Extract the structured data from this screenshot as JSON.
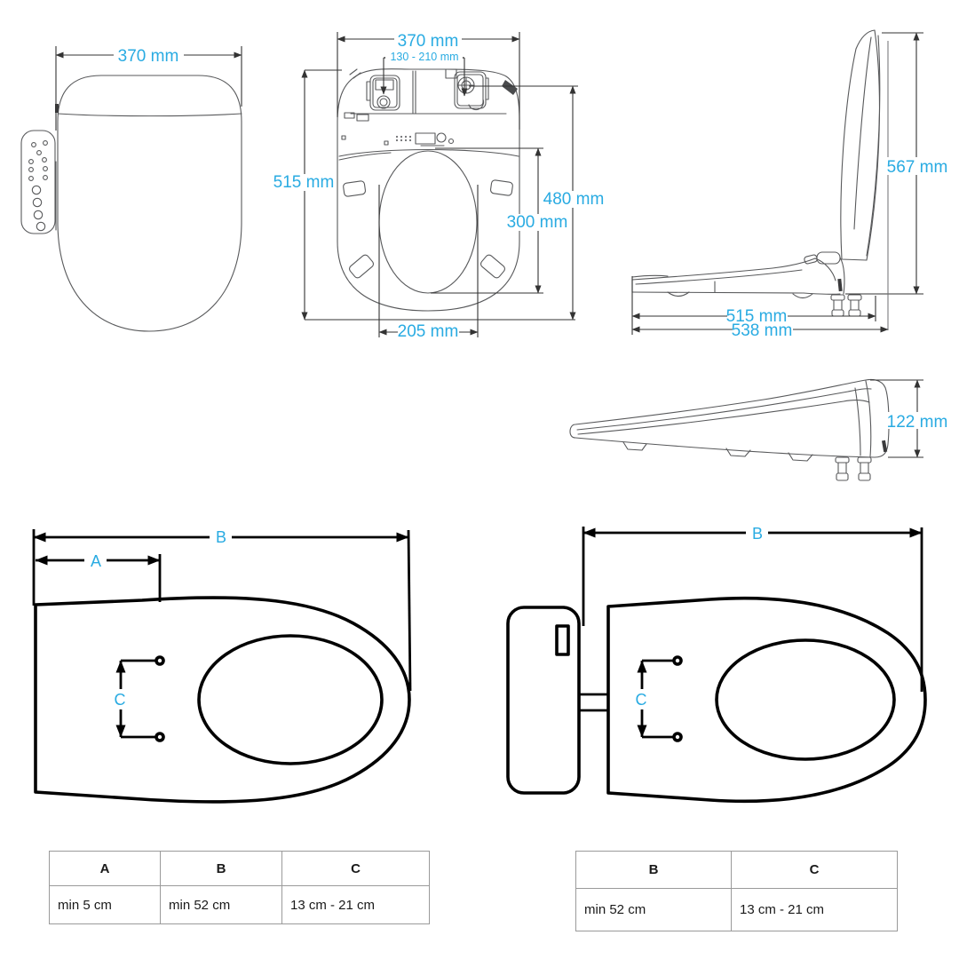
{
  "colors": {
    "accent": "#29ABE2",
    "drawing_line": "#58595B",
    "dimension_line": "#333333",
    "install_line": "#000000",
    "table_border": "#9a9a9a"
  },
  "labels": {
    "closed_top_width": "370 mm",
    "open_top_width": "370 mm",
    "hinge_range": "130 - 210 mm",
    "open_top_length": "515 mm",
    "hole_to_front": "480 mm",
    "opening_length": "300 mm",
    "opening_width": "205 mm",
    "open_height": "567 mm",
    "base_depth": "515 mm",
    "total_depth": "538 mm",
    "closed_height": "122 mm",
    "dim_a": "A",
    "dim_b": "B",
    "dim_c": "C"
  },
  "tables": {
    "left": {
      "headers": [
        "A",
        "B",
        "C"
      ],
      "values": [
        "min 5 cm",
        "min 52 cm",
        "13 cm - 21 cm"
      ]
    },
    "right": {
      "headers": [
        "B",
        "C"
      ],
      "values": [
        "min 52 cm",
        "13 cm - 21 cm"
      ]
    }
  }
}
